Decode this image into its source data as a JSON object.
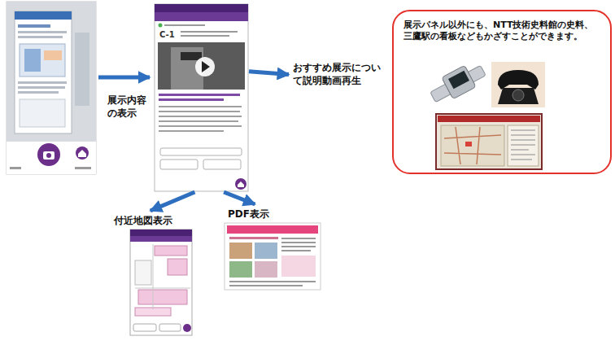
{
  "diagram": {
    "nodes": [
      {
        "text": [
          "C-1"
        ]
      },
      {
        "text": [
          "おすすめ展示について説明動画再生"
        ]
      },
      {
        "text": [
          "付近地図表示"
        ]
      },
      {
        "text": [
          "PDF表示"
        ]
      },
      {
        "text": [
          "展示パネル以外にも、NTT技術史料館の史料、三鷹駅の看板などもかざすことができます。"
        ]
      }
    ],
    "edges": [
      {
        "from": 0,
        "to": 1,
        "arrow": "to"
      },
      {
        "from": 0,
        "to": 2,
        "arrow": "to"
      },
      {
        "from": 0,
        "to": 3,
        "arrow": "to"
      }
    ],
    "labels": [
      "展示内容の表示"
    ]
  }
}
